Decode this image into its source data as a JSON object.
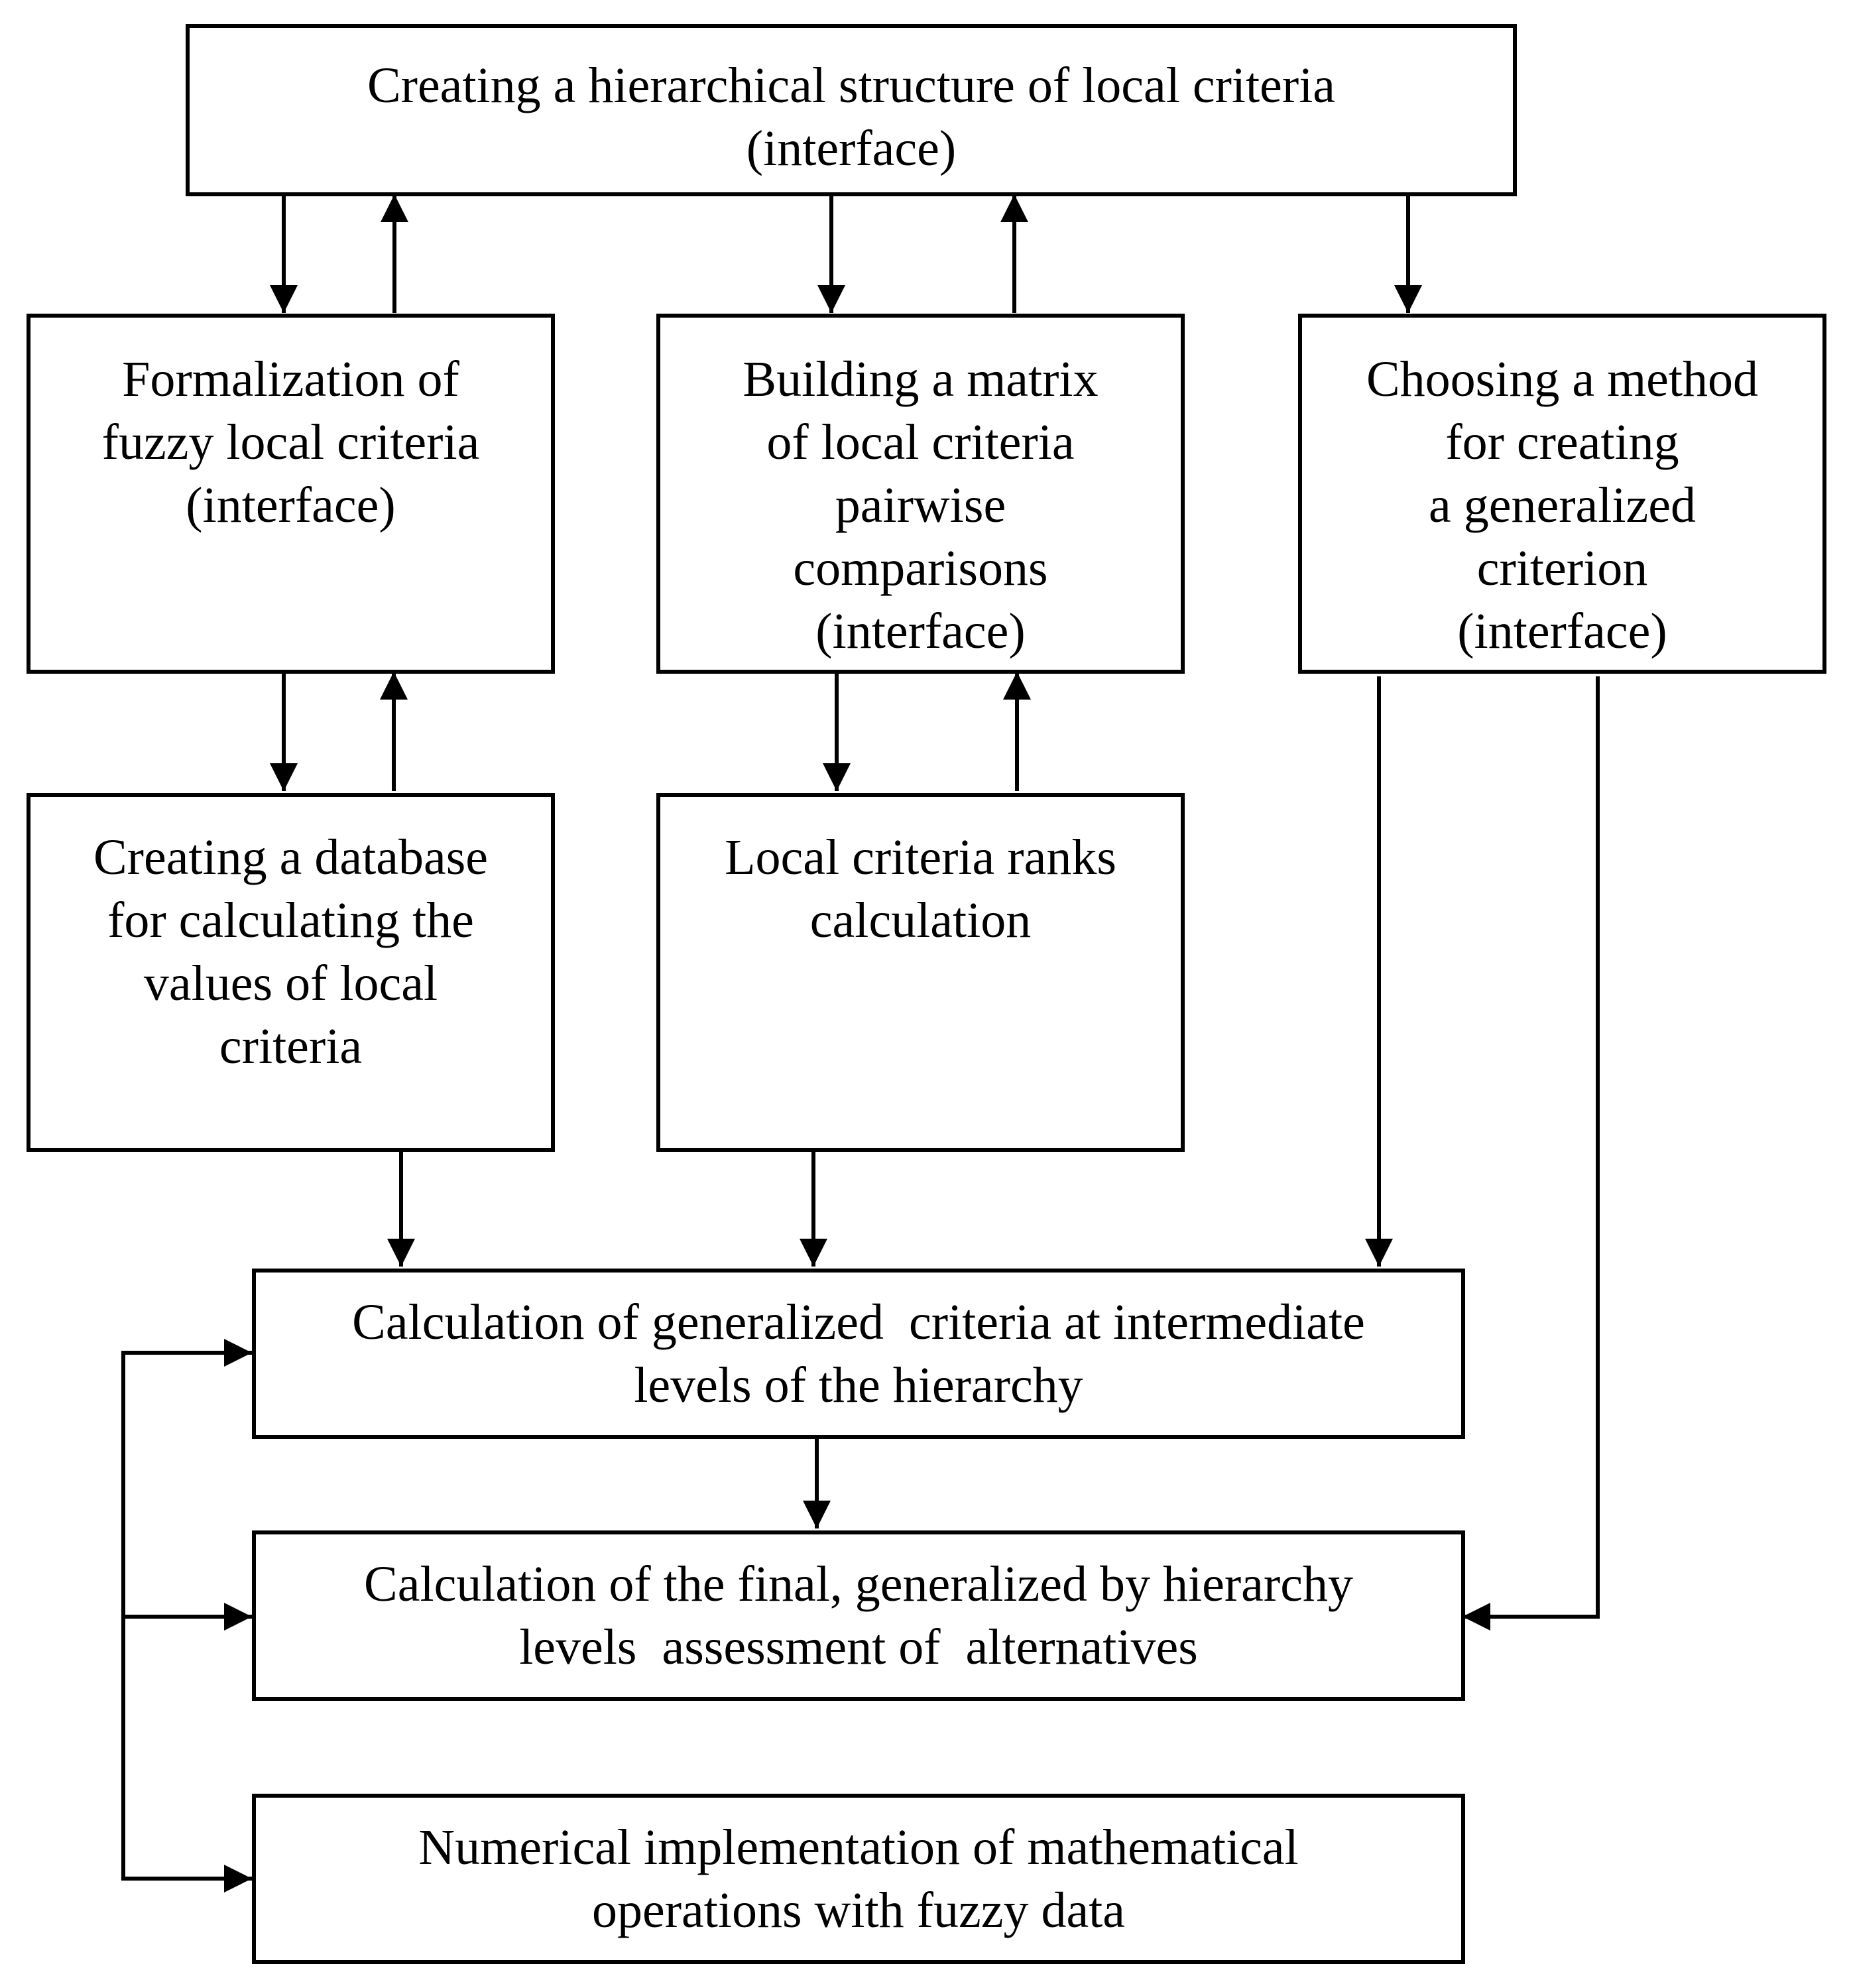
{
  "diagram": {
    "nodes": {
      "hierarchy": {
        "lines": [
          "Creating a hierarchical structure of local criteria",
          "(interface)"
        ]
      },
      "formalization": {
        "lines": [
          "Formalization of",
          "fuzzy local criteria",
          "(interface)"
        ]
      },
      "matrix": {
        "lines": [
          "Building a matrix",
          "of local criteria",
          "pairwise",
          "comparisons",
          "(interface)"
        ]
      },
      "method": {
        "lines": [
          "Choosing a method",
          "for creating",
          "a generalized",
          "criterion",
          "(interface)"
        ]
      },
      "database": {
        "lines": [
          "Creating a database",
          "for calculating the",
          "values of local",
          "criteria"
        ]
      },
      "ranks": {
        "lines": [
          "Local criteria ranks",
          "calculation"
        ]
      },
      "intermediate": {
        "lines": [
          "Calculation of generalized  criteria at intermediate",
          "levels of the hierarchy"
        ]
      },
      "final": {
        "lines": [
          "Calculation of the final, generalized by hierarchy",
          "levels  assessment of  alternatives"
        ]
      },
      "numerical": {
        "lines": [
          "Numerical implementation of mathematical",
          "operations with fuzzy data"
        ]
      }
    },
    "edges": [
      {
        "from": "hierarchy",
        "to": "formalization"
      },
      {
        "from": "formalization",
        "to": "hierarchy"
      },
      {
        "from": "hierarchy",
        "to": "matrix"
      },
      {
        "from": "matrix",
        "to": "hierarchy"
      },
      {
        "from": "hierarchy",
        "to": "method"
      },
      {
        "from": "formalization",
        "to": "database"
      },
      {
        "from": "database",
        "to": "formalization"
      },
      {
        "from": "matrix",
        "to": "ranks"
      },
      {
        "from": "ranks",
        "to": "matrix"
      },
      {
        "from": "database",
        "to": "intermediate"
      },
      {
        "from": "ranks",
        "to": "intermediate"
      },
      {
        "from": "method",
        "to": "intermediate"
      },
      {
        "from": "method",
        "to": "final"
      },
      {
        "from": "intermediate",
        "to": "final"
      },
      {
        "from": "numerical",
        "to": "intermediate"
      },
      {
        "from": "numerical",
        "to": "final"
      }
    ]
  }
}
